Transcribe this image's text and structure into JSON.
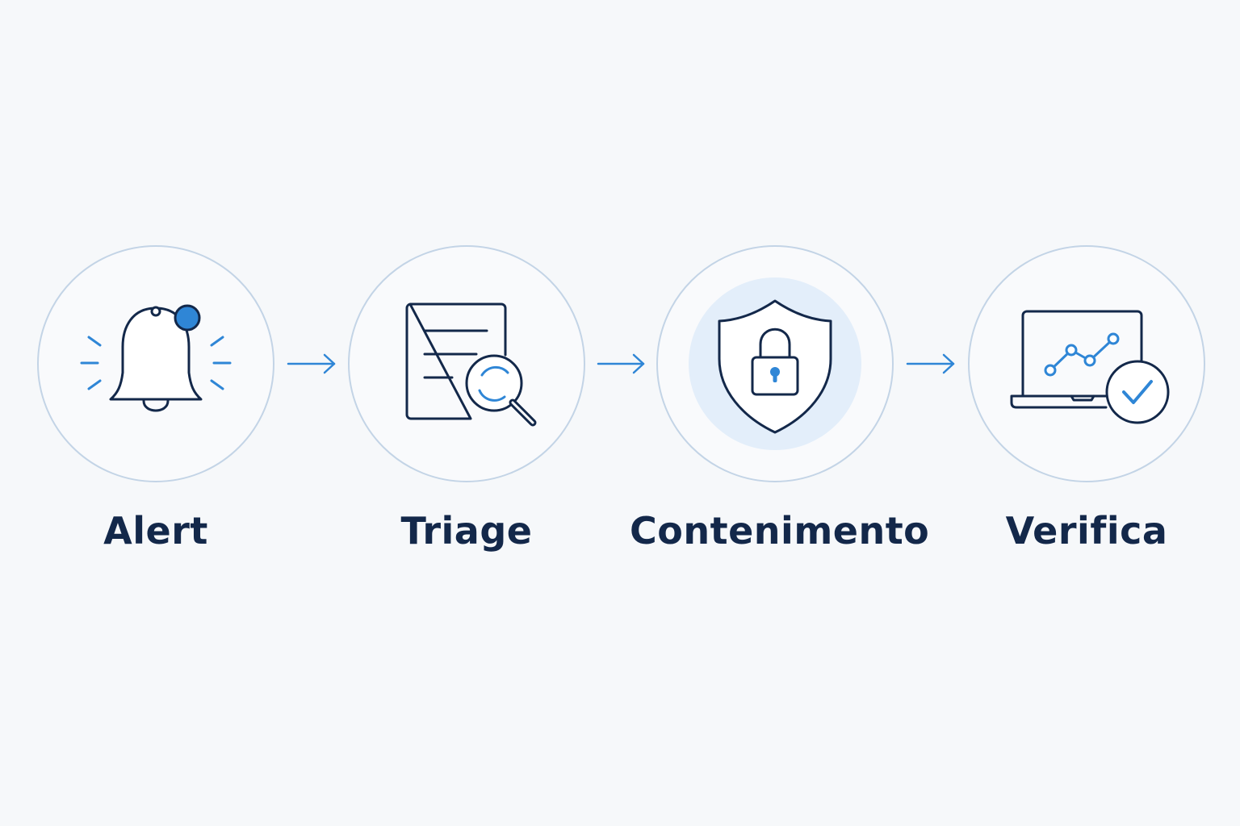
{
  "colors": {
    "background": "#f6f8fa",
    "ring": "#c3d4e6",
    "ink": "#13284a",
    "accent": "#2f86d6",
    "halo": "#e3eefa"
  },
  "steps": [
    {
      "label": "Alert",
      "icon": "bell-notification-icon"
    },
    {
      "label": "Triage",
      "icon": "document-magnifier-icon"
    },
    {
      "label": "Contenimento",
      "icon": "shield-lock-icon"
    },
    {
      "label": "Verifica",
      "icon": "laptop-chart-check-icon"
    }
  ]
}
